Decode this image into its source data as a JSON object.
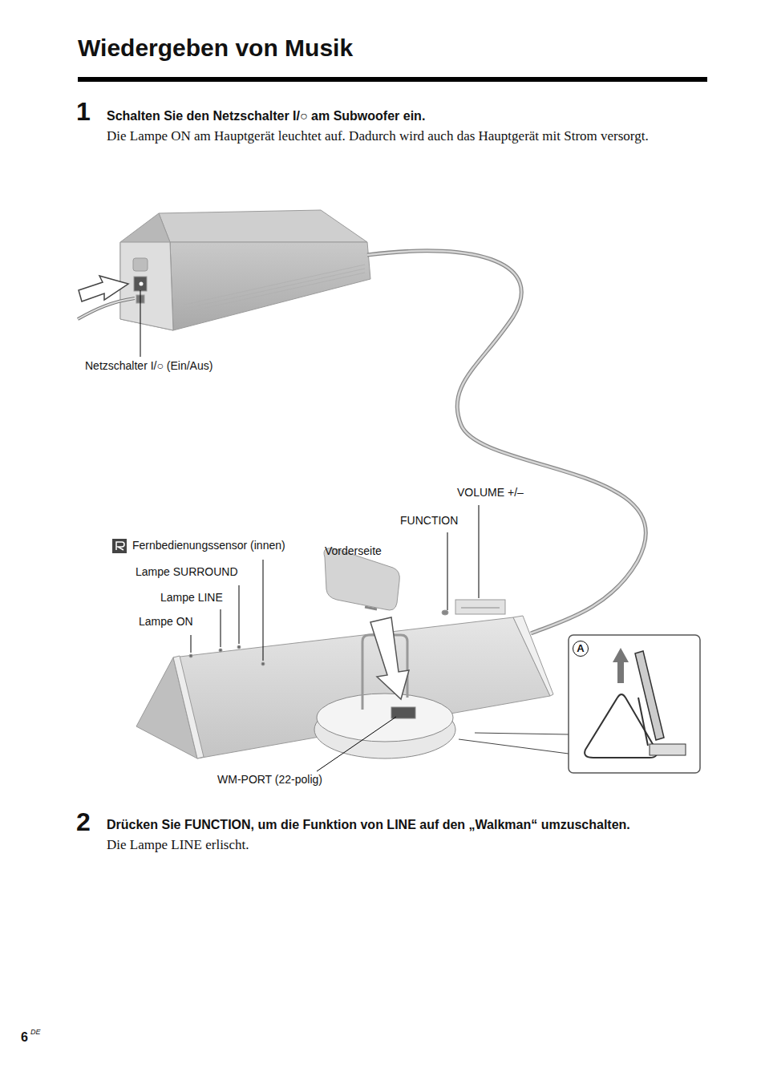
{
  "diagram": {
    "title": "Wiedergeben von Musik",
    "labels": [
      "1",
      "Schalten Sie den Netzschalter I/○ am Subwoofer ein.",
      "Die Lampe ON am Hauptgerät leuchtet auf. Dadurch wird auch das Hauptgerät mit Strom versorgt.",
      "Netzschalter I/○ (Ein/Aus)",
      "VOLUME +/–",
      "FUNCTION",
      "Fernbedienungssensor (innen)",
      "Vorderseite",
      "Lampe SURROUND",
      "Lampe LINE",
      "Lampe ON",
      "A",
      "WM-PORT (22-polig)",
      "2",
      "Drücken Sie FUNCTION, um die Funktion von LINE auf den „Walkman“ umzuschalten.",
      "Die Lampe LINE erlischt.",
      "6",
      "DE"
    ]
  }
}
